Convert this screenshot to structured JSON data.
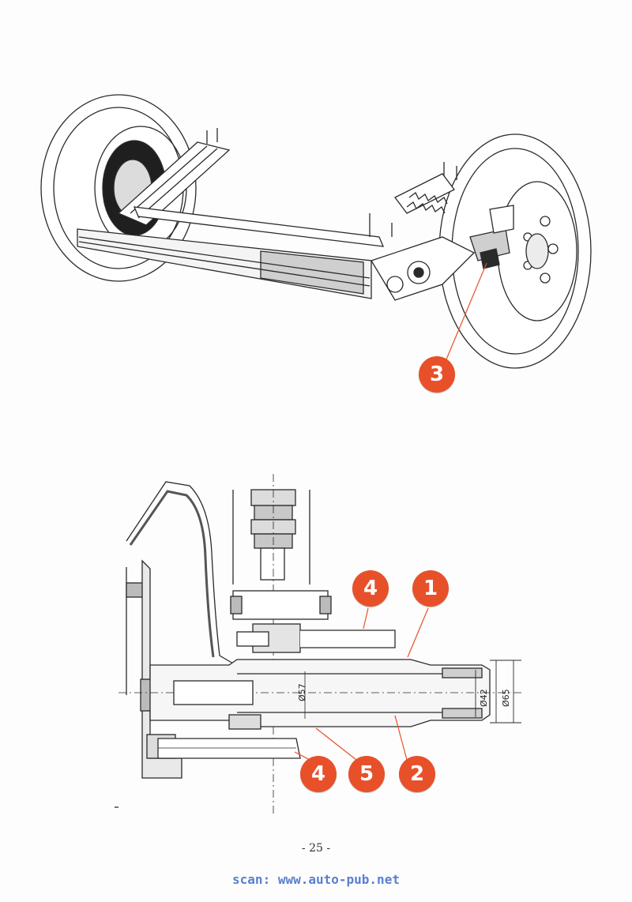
{
  "colors": {
    "accent": "#e8502a",
    "credit": "#5a7fd0",
    "ink": "#2a2a2a"
  },
  "top_figure": {
    "callouts": [
      {
        "label": "3"
      }
    ]
  },
  "section_figure": {
    "callouts": [
      {
        "label": "4"
      },
      {
        "label": "1"
      },
      {
        "label": "4"
      },
      {
        "label": "5"
      },
      {
        "label": "2"
      }
    ],
    "dimensions": {
      "d57": "Ø57",
      "d42": "Ø42",
      "d65": "Ø65"
    }
  },
  "footer": {
    "page_number": "- 25 -",
    "scan_credit": "scan: www.auto-pub.net"
  }
}
